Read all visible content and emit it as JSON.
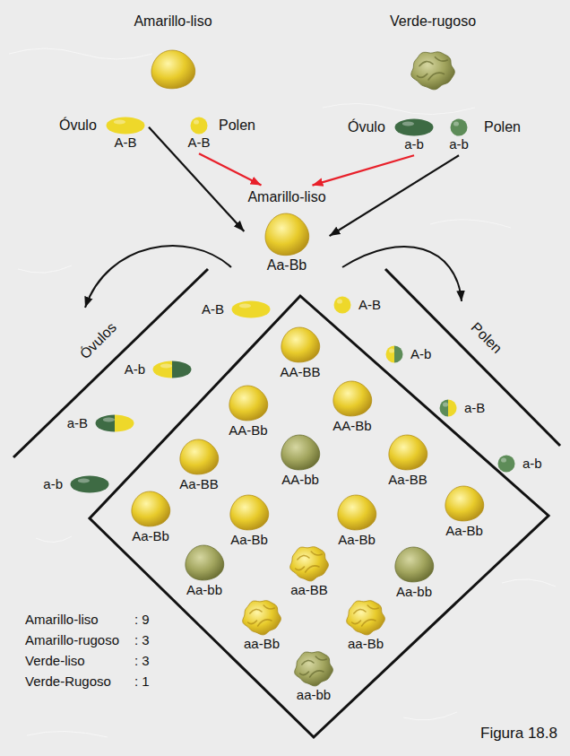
{
  "diagram": {
    "caption": "Figura 18.8",
    "nodes": [
      {
        "text": [
          "Amarillo-liso"
        ]
      },
      {
        "text": [
          "Verde-rugoso"
        ]
      },
      {
        "text": [
          "A-B"
        ]
      },
      {
        "text": [
          "A-B"
        ]
      },
      {
        "text": [
          "a-b"
        ]
      },
      {
        "text": [
          "a-b"
        ]
      },
      {
        "text": [
          "Amarillo-liso",
          "Aa-Bb"
        ]
      },
      {
        "text": [
          "A-B"
        ]
      },
      {
        "text": [
          "A-b"
        ]
      },
      {
        "text": [
          "a-B"
        ]
      },
      {
        "text": [
          "a-b"
        ]
      },
      {
        "text": [
          "A-B"
        ]
      },
      {
        "text": [
          "A-b"
        ]
      },
      {
        "text": [
          "a-B"
        ]
      },
      {
        "text": [
          "a-b"
        ]
      },
      {
        "text": [
          "AA-BB"
        ]
      },
      {
        "text": [
          "AA-Bb"
        ]
      },
      {
        "text": [
          "AA-Bb"
        ]
      },
      {
        "text": [
          "Aa-BB"
        ]
      },
      {
        "text": [
          "AA-bb"
        ]
      },
      {
        "text": [
          "Aa-BB"
        ]
      },
      {
        "text": [
          "Aa-Bb"
        ]
      },
      {
        "text": [
          "Aa-Bb"
        ]
      },
      {
        "text": [
          "Aa-Bb"
        ]
      },
      {
        "text": [
          "Aa-Bb"
        ]
      },
      {
        "text": [
          "Aa-bb"
        ]
      },
      {
        "text": [
          "aa-BB"
        ]
      },
      {
        "text": [
          "Aa-bb"
        ]
      },
      {
        "text": [
          "aa-Bb"
        ]
      },
      {
        "text": [
          "aa-Bb"
        ]
      },
      {
        "text": [
          "aa-bb"
        ]
      }
    ],
    "edges": [
      {
        "from": 2,
        "to": 6,
        "arrow": "to"
      },
      {
        "from": 3,
        "to": 6,
        "arrow": "to"
      },
      {
        "from": 4,
        "to": 6,
        "arrow": "to"
      },
      {
        "from": 5,
        "to": 6,
        "arrow": "to"
      }
    ],
    "labels": [
      "Óvulo",
      "Polen",
      "Óvulo",
      "Polen",
      "Óvulos",
      "Polen",
      "Amarillo-liso",
      ": 9",
      "Amarillo-rugoso",
      ": 3",
      "Verde-liso",
      ": 3",
      "Verde-Rugoso",
      ": 1"
    ]
  }
}
